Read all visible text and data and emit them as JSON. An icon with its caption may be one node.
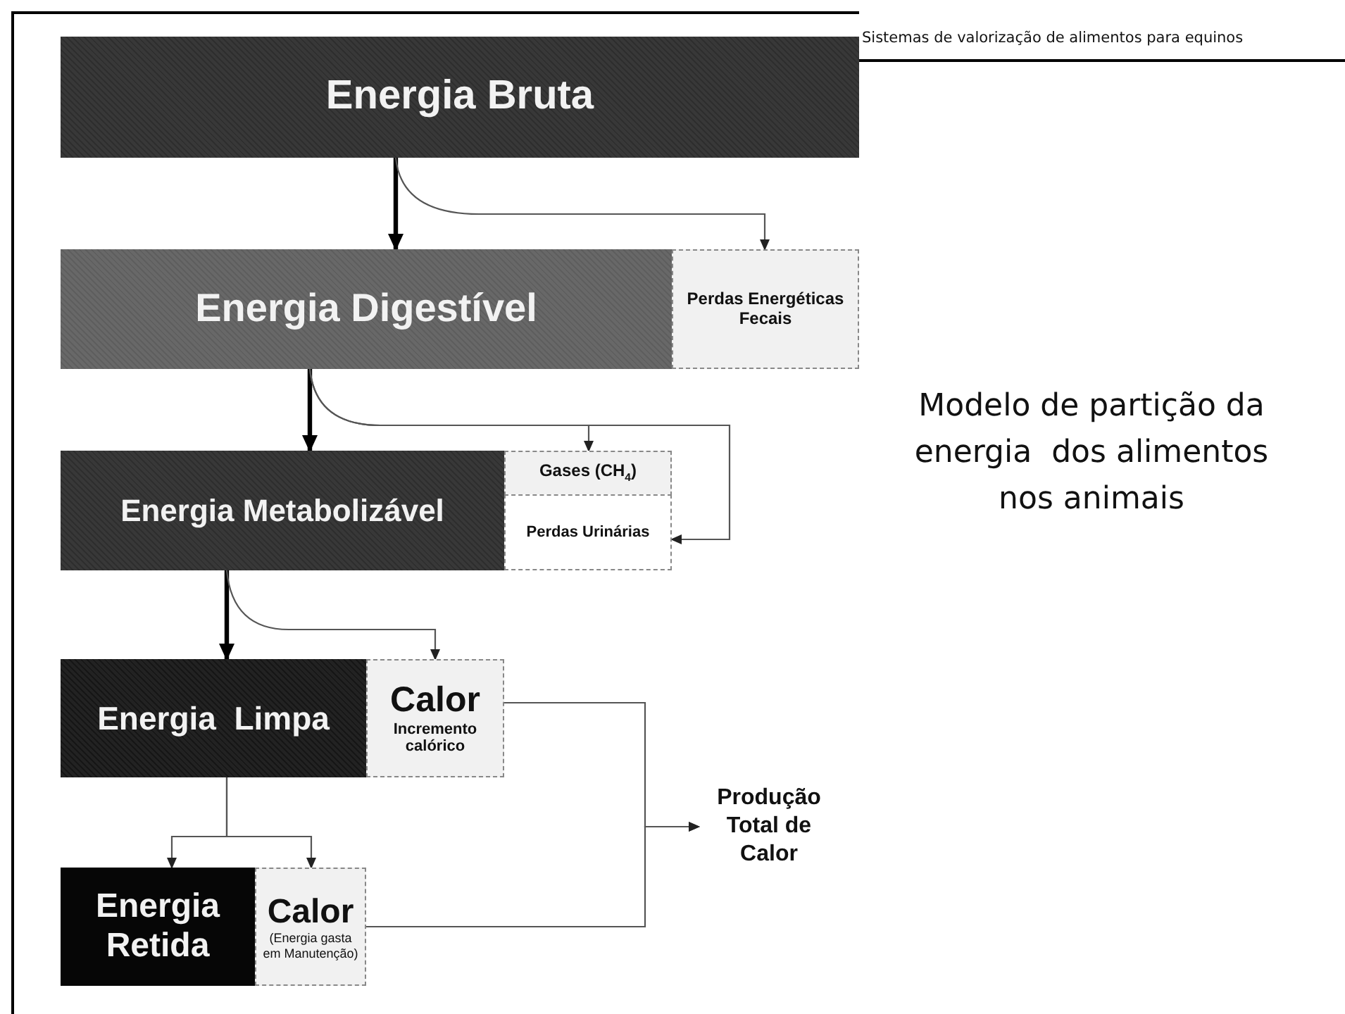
{
  "diagram": {
    "title": "Sistemas de valorização de alimentos para equinos",
    "nodes": [
      {
        "text": [
          "Energia Bruta"
        ]
      },
      {
        "text": [
          "Energia Digestível"
        ]
      },
      {
        "text": [
          "Perdas Energéticas Fecais"
        ]
      },
      {
        "text": [
          "Energia Metabolizável"
        ]
      },
      {
        "text": [
          "Gases (CH$_{4}$)"
        ]
      },
      {
        "text": [
          "Perdas Urinárias"
        ]
      },
      {
        "text": [
          "Energia  Limpa"
        ]
      },
      {
        "text": [
          "Calor",
          "Incremento calórico"
        ]
      },
      {
        "text": [
          "Energia Retida"
        ]
      },
      {
        "text": [
          "Calor",
          "(Energia gasta em Manutenção)"
        ]
      },
      {
        "text": [
          "Produção Total de Calor"
        ]
      }
    ],
    "edges": [
      {
        "from": 0,
        "to": 1,
        "arrow": "to",
        "style": "thick"
      },
      {
        "from": 0,
        "to": 2,
        "arrow": "to"
      },
      {
        "from": 1,
        "to": 3,
        "arrow": "to",
        "style": "thick"
      },
      {
        "from": 1,
        "to": 4,
        "arrow": "to"
      },
      {
        "from": 1,
        "to": 5,
        "arrow": "to"
      },
      {
        "from": 3,
        "to": 6,
        "arrow": "to",
        "style": "thick"
      },
      {
        "from": 3,
        "to": 7,
        "arrow": "to"
      },
      {
        "from": 6,
        "to": 8,
        "arrow": "to"
      },
      {
        "from": 6,
        "to": 9,
        "arrow": "to"
      },
      {
        "from": 7,
        "to": 10,
        "arrow": "to"
      },
      {
        "from": 9,
        "to": 10,
        "arrow": "to"
      }
    ],
    "labels": [
      "Modelo de partição da energia  dos alimentos nos animais"
    ]
  }
}
